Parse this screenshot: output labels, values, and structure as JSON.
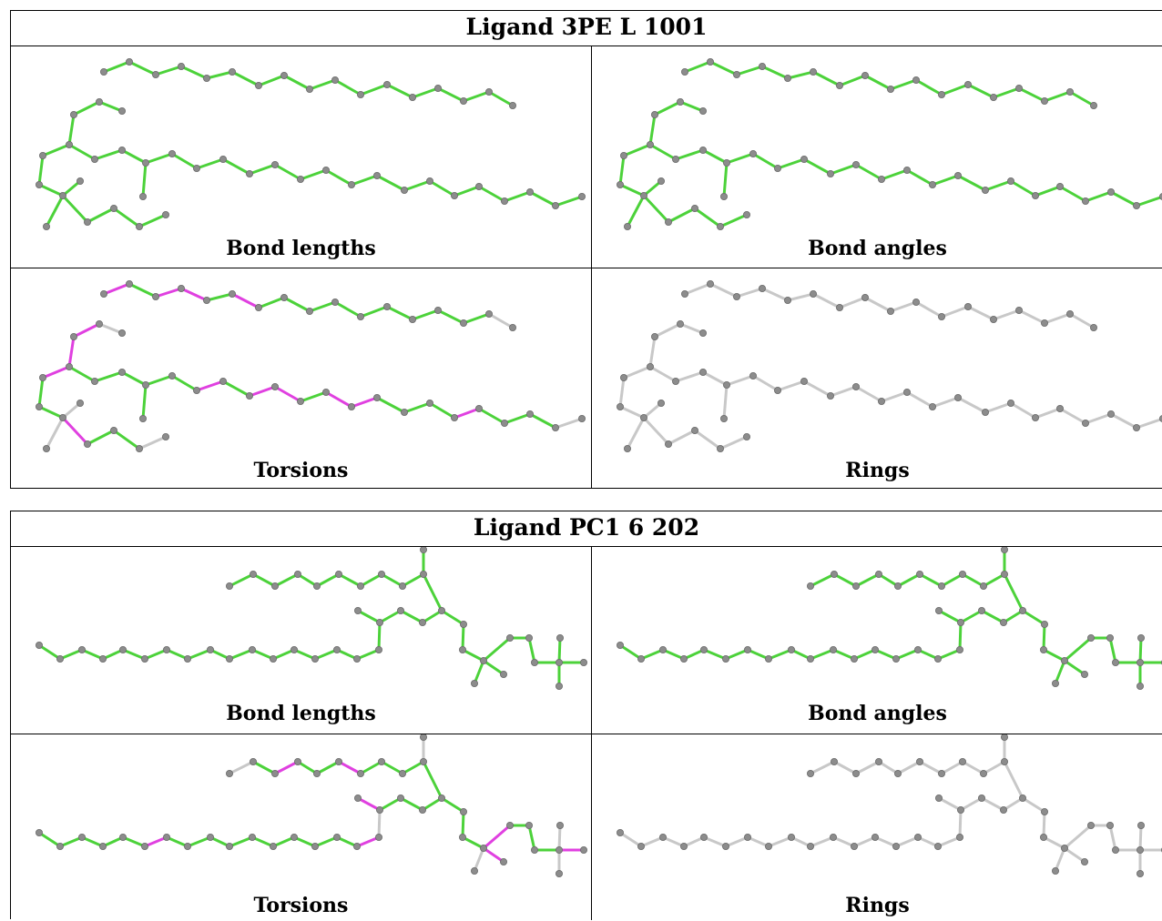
{
  "tables": [
    {
      "title": "Ligand 3PE L 1001",
      "cells": [
        {
          "label": "Bond lengths",
          "style": "all-green"
        },
        {
          "label": "Bond angles",
          "style": "all-green"
        },
        {
          "label": "Torsions",
          "style": "torsion"
        },
        {
          "label": "Rings",
          "style": "all-gray"
        }
      ]
    },
    {
      "title": "Ligand PC1 6 202",
      "cells": [
        {
          "label": "Bond lengths",
          "style": "all-green"
        },
        {
          "label": "Bond angles",
          "style": "all-green"
        },
        {
          "label": "Torsions",
          "style": "torsion"
        },
        {
          "label": "Rings",
          "style": "all-gray"
        }
      ]
    }
  ],
  "colors": {
    "green_bond": "#4cd23a",
    "magenta_bond": "#e040e0",
    "gray_bond": "#c8c8c8",
    "atom": "#8c8c8c",
    "atom_edge": "#6a6a6a"
  }
}
